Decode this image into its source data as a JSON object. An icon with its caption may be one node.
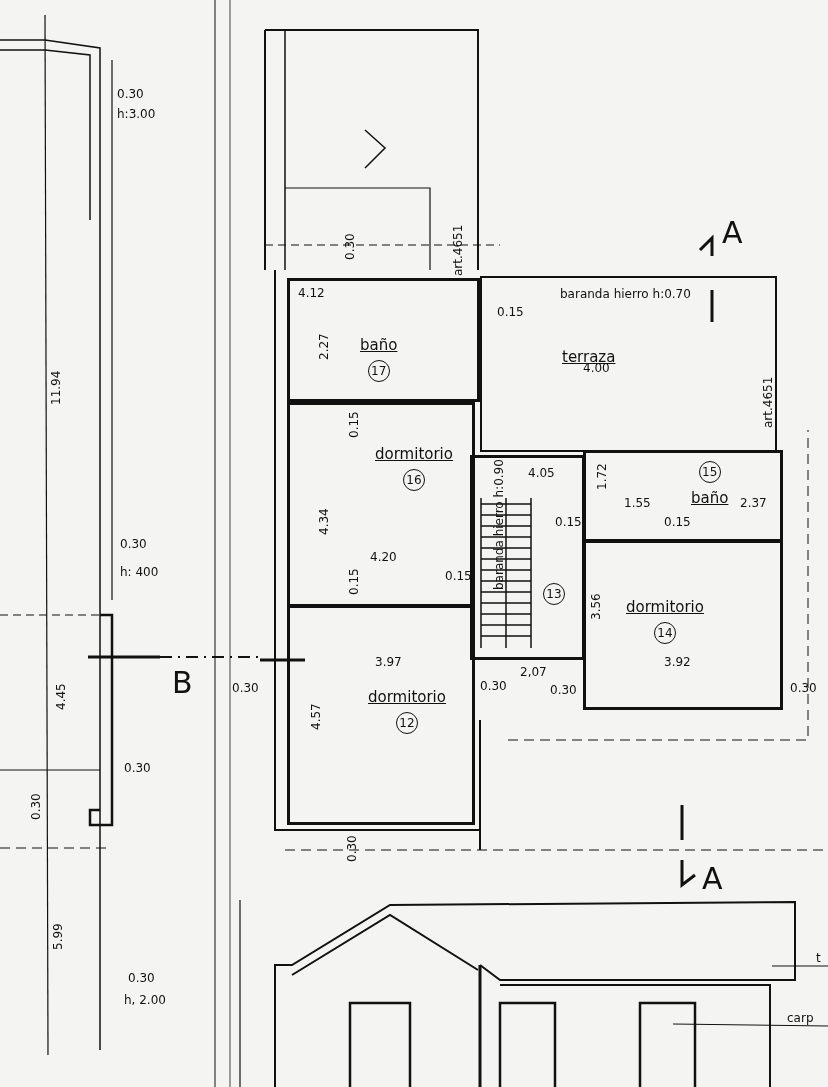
{
  "diagram": {
    "nodes": [
      {
        "text": [
          "baño",
          "17"
        ]
      },
      {
        "text": [
          "dormitorio",
          "16"
        ]
      },
      {
        "text": [
          "terraza"
        ]
      },
      {
        "text": [
          "13"
        ]
      },
      {
        "text": [
          "15",
          "baño"
        ]
      },
      {
        "text": [
          "dormitorio",
          "14"
        ]
      },
      {
        "text": [
          "dormitorio",
          "12"
        ]
      }
    ],
    "labels": [
      "0.30",
      "h:3.00",
      "11.94",
      "0.30",
      "h: 400",
      "4.45",
      "B",
      "0.30",
      "0.30",
      "0.30",
      "5.99",
      "0.30",
      "h, 2.00",
      "A",
      "0.30",
      "art.4651",
      "4.12",
      "0.15",
      "baranda hierro h:0.70",
      "2.27",
      "4.00",
      "0.15",
      "art.4651",
      "4.05",
      "1.72",
      "1.55",
      "2.37",
      "0.15",
      "0.15",
      "4.34",
      "4.20",
      "0.15",
      "baranda hierro h:0.90",
      "0.15",
      "3.56",
      "3.97",
      "2,07",
      "3.92",
      "0.30",
      "0.30",
      "0.30",
      "4.57",
      "0.30",
      "A",
      "t",
      "carp"
    ]
  }
}
